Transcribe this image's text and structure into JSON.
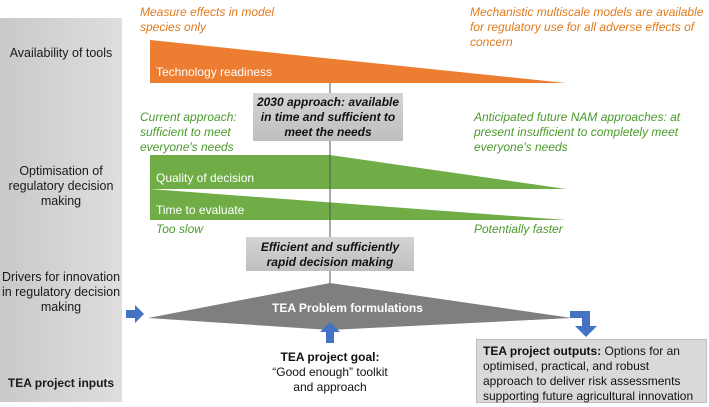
{
  "left_column": {
    "availability": "Availability of tools",
    "optimisation": "Optimisation of regulatory decision making",
    "drivers": "Drivers for innovation in regulatory decision making",
    "inputs": "TEA project inputs"
  },
  "notes": {
    "measure_effects": "Measure effects in model species only",
    "mechanistic_models": "Mechanistic multiscale models are available for regulatory use for all adverse effects of concern",
    "current_approach": "Current approach: sufficient to meet everyone's needs",
    "anticipated": "Anticipated future NAM approaches: at present insufficient to completely meet everyone's needs",
    "too_slow": "Too slow",
    "potentially_faster": "Potentially faster"
  },
  "triangles": {
    "technology_readiness": "Technology readiness",
    "quality_of_decision": "Quality of decision",
    "time_to_evaluate": "Time to evaluate",
    "problem_formulations": "TEA Problem formulations"
  },
  "boxes": {
    "approach_2030": "2030 approach: available in time and sufficient to meet the needs",
    "efficient": "Efficient and sufficiently rapid decision making"
  },
  "goal": {
    "title": "TEA project goal:",
    "line1": "“Good enough” toolkit",
    "line2": "and approach"
  },
  "outputs": {
    "title": "TEA project outputs:",
    "text": " Options for an optimised, practical, and robust approach to deliver risk assessments supporting future agricultural innovation"
  },
  "colors": {
    "orange": "#ed7d31",
    "green": "#70ad47",
    "grey_triangle": "#7f7f7f",
    "arrow_blue": "#4472c4"
  }
}
